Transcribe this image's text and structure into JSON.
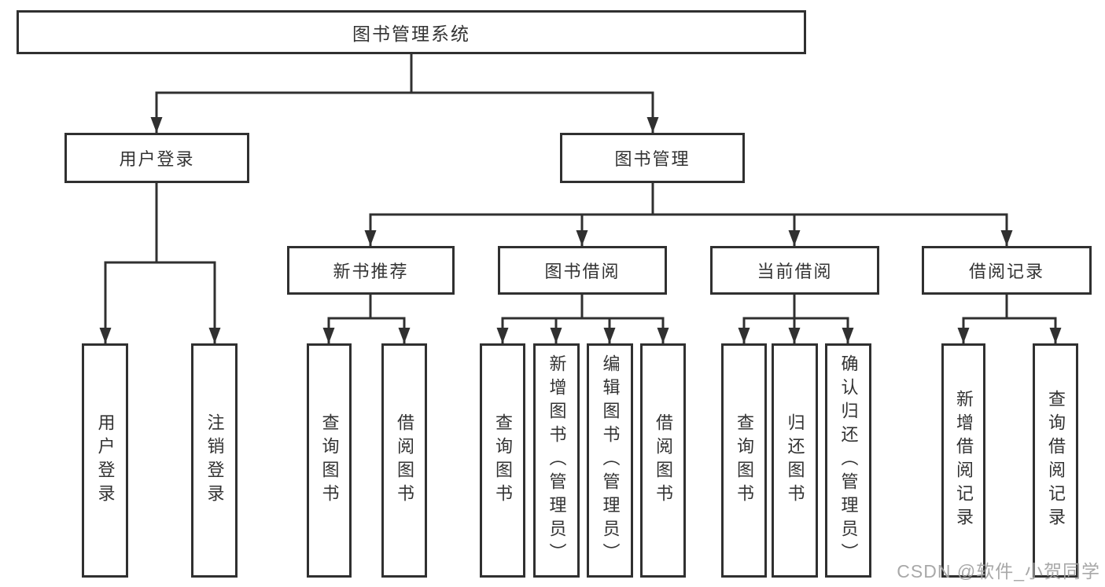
{
  "diagram": {
    "root": "图书管理系统",
    "branches": [
      {
        "label": "用户登录",
        "children": [
          "用户登录",
          "注销登录"
        ]
      },
      {
        "label": "图书管理",
        "groups": [
          {
            "label": "新书推荐",
            "children": [
              "查询图书",
              "借阅图书"
            ]
          },
          {
            "label": "图书借阅",
            "children": [
              "查询图书",
              "新增图书（管理员）",
              "编辑图书（管理员）",
              "借阅图书"
            ]
          },
          {
            "label": "当前借阅",
            "children": [
              "查询图书",
              "归还图书",
              "确认归还（管理员）"
            ]
          },
          {
            "label": "借阅记录",
            "children": [
              "新增借阅记录",
              "查询借阅记录"
            ]
          }
        ]
      }
    ]
  },
  "watermark": {
    "text": "CSDN @软件_小贺同学"
  },
  "colors": {
    "line": "#303030",
    "box_border": "#303030",
    "text": "#333333",
    "watermark": "#a3a3a3",
    "background": "#ffffff"
  }
}
